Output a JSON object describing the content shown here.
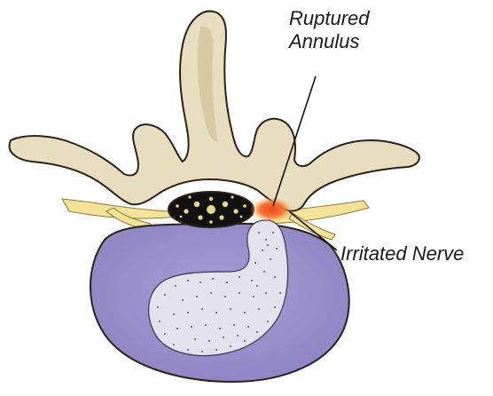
{
  "figure": {
    "labels": {
      "ruptured_line1": "Ruptured",
      "ruptured_line2": "Annulus",
      "irritated": "Irritated Nerve"
    },
    "colors": {
      "bone_fill": "#e9ddc0",
      "bone_outline": "#2b2218",
      "disc_fill": "#9d92cf",
      "disc_inner_edge": "#b5acd9",
      "nucleus_fill": "#e3e1ec",
      "nerve_fill": "#f3e399",
      "canal_fill": "#111111",
      "cord_spots": "#e8d68a",
      "rupture_hot": "#f0451c",
      "rupture_warm": "#f7b046",
      "leader_line": "#111111"
    }
  }
}
